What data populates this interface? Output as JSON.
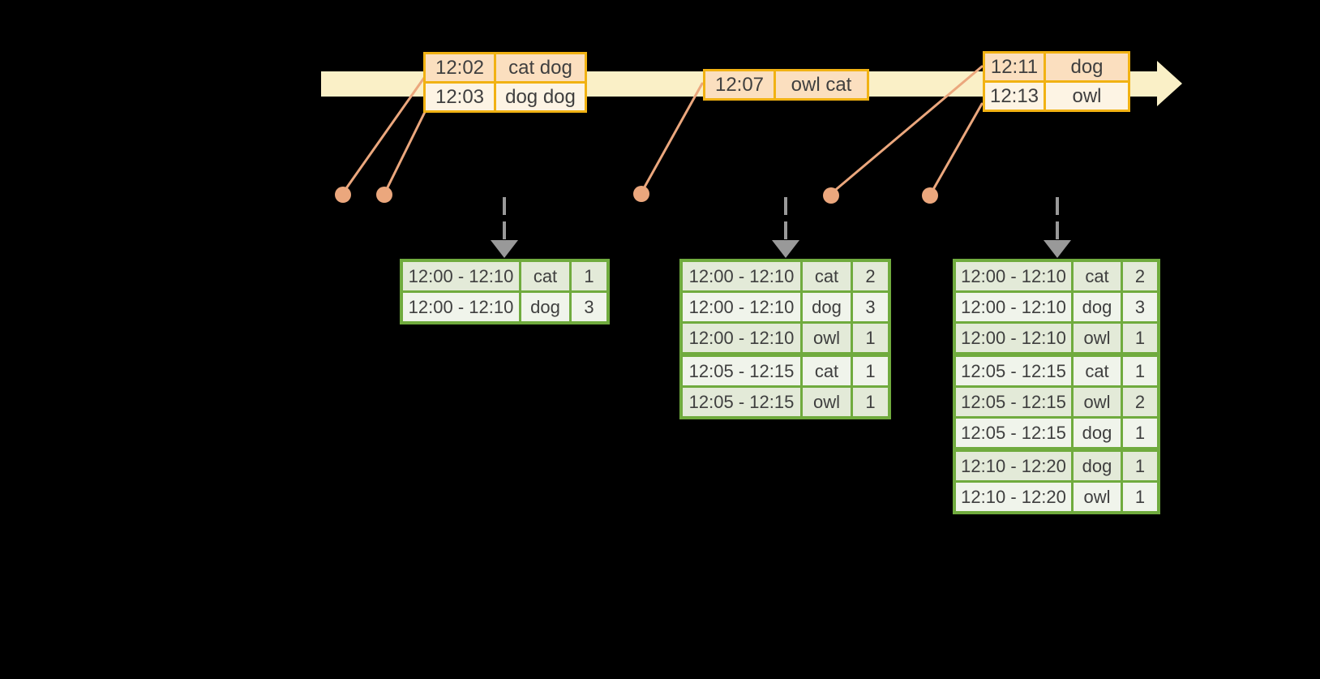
{
  "event_tables": [
    {
      "rows": [
        {
          "time": "12:02",
          "words": "cat dog"
        },
        {
          "time": "12:03",
          "words": "dog dog"
        }
      ]
    },
    {
      "rows": [
        {
          "time": "12:07",
          "words": "owl cat"
        }
      ]
    },
    {
      "rows": [
        {
          "time": "12:11",
          "words": "dog"
        },
        {
          "time": "12:13",
          "words": "owl"
        }
      ]
    }
  ],
  "result_tables": [
    {
      "rows": [
        [
          "12:00 - 12:10",
          "cat",
          "1"
        ],
        [
          "12:00 - 12:10",
          "dog",
          "3"
        ]
      ]
    },
    {
      "rows": [
        [
          "12:00 - 12:10",
          "cat",
          "2"
        ],
        [
          "12:00 - 12:10",
          "dog",
          "3"
        ],
        [
          "12:00 - 12:10",
          "owl",
          "1"
        ],
        [
          "12:05 - 12:15",
          "cat",
          "1"
        ],
        [
          "12:05 - 12:15",
          "owl",
          "1"
        ]
      ]
    },
    {
      "rows": [
        [
          "12:00 - 12:10",
          "cat",
          "2"
        ],
        [
          "12:00 - 12:10",
          "dog",
          "3"
        ],
        [
          "12:00 - 12:10",
          "owl",
          "1"
        ],
        [
          "12:05 - 12:15",
          "cat",
          "1"
        ],
        [
          "12:05 - 12:15",
          "owl",
          "2"
        ],
        [
          "12:05 - 12:15",
          "dog",
          "1"
        ],
        [
          "12:10 - 12:20",
          "dog",
          "1"
        ],
        [
          "12:10 - 12:20",
          "owl",
          "1"
        ]
      ]
    }
  ],
  "icons": {
    "timeline_arrow": "block-arrow-right",
    "trigger_arrow": "dashed-down-arrow",
    "event_marker": "dot"
  },
  "colors": {
    "bg": "#000000",
    "band": "#FAF0C7",
    "amber": "#F1B213",
    "peach": "#FBDFBF",
    "cream": "#FDF4E4",
    "salmon": "#EBA77D",
    "gray": "#999999",
    "green": "#70AB3E",
    "sage": "#E3EAD8",
    "lgreen": "#F0F4EB",
    "text": "#3F3F3F"
  }
}
